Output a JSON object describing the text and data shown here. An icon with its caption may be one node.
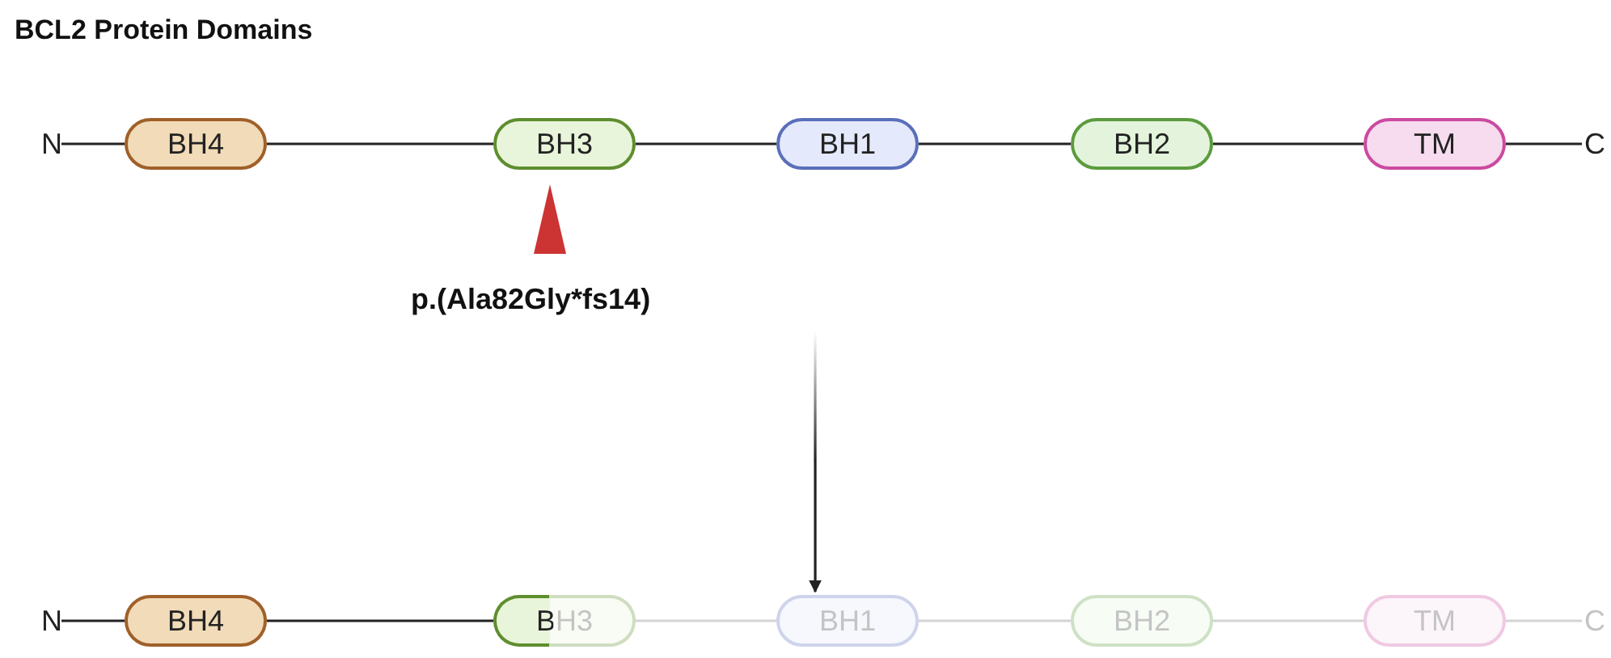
{
  "diagram": {
    "title": "BCL2 Protein Domains",
    "nodes": [
      {
        "text": [
          "N"
        ]
      },
      {
        "text": [
          "BH4"
        ]
      },
      {
        "text": [
          "BH3"
        ]
      },
      {
        "text": [
          "BH1"
        ]
      },
      {
        "text": [
          "BH2"
        ]
      },
      {
        "text": [
          "TM"
        ]
      },
      {
        "text": [
          "C"
        ]
      },
      {
        "text": [
          "N"
        ]
      },
      {
        "text": [
          "BH4"
        ]
      },
      {
        "text": [
          "BH3"
        ]
      },
      {
        "text": [
          "BH1"
        ]
      },
      {
        "text": [
          "BH2"
        ]
      },
      {
        "text": [
          "TM"
        ]
      },
      {
        "text": [
          "C"
        ]
      }
    ],
    "edges": [
      {
        "from": 0,
        "to": 1,
        "arrow": "none"
      },
      {
        "from": 1,
        "to": 2,
        "arrow": "none"
      },
      {
        "from": 2,
        "to": 3,
        "arrow": "none"
      },
      {
        "from": 3,
        "to": 4,
        "arrow": "none"
      },
      {
        "from": 4,
        "to": 5,
        "arrow": "none"
      },
      {
        "from": 5,
        "to": 6,
        "arrow": "none"
      },
      {
        "from": 7,
        "to": 8,
        "arrow": "none"
      },
      {
        "from": 8,
        "to": 9,
        "arrow": "none"
      },
      {
        "from": 9,
        "to": 10,
        "arrow": "none",
        "color": "#d4d4d4"
      },
      {
        "from": 10,
        "to": 11,
        "arrow": "none",
        "color": "#d4d4d4"
      },
      {
        "from": 11,
        "to": 12,
        "arrow": "none",
        "color": "#d4d4d4"
      },
      {
        "from": 12,
        "to": 13,
        "arrow": "none",
        "color": "#d4d4d4"
      },
      {
        "from": null,
        "to": 10,
        "arrow": "to"
      }
    ],
    "labels": [
      "p.(Ala82Gly*fs14)"
    ]
  }
}
